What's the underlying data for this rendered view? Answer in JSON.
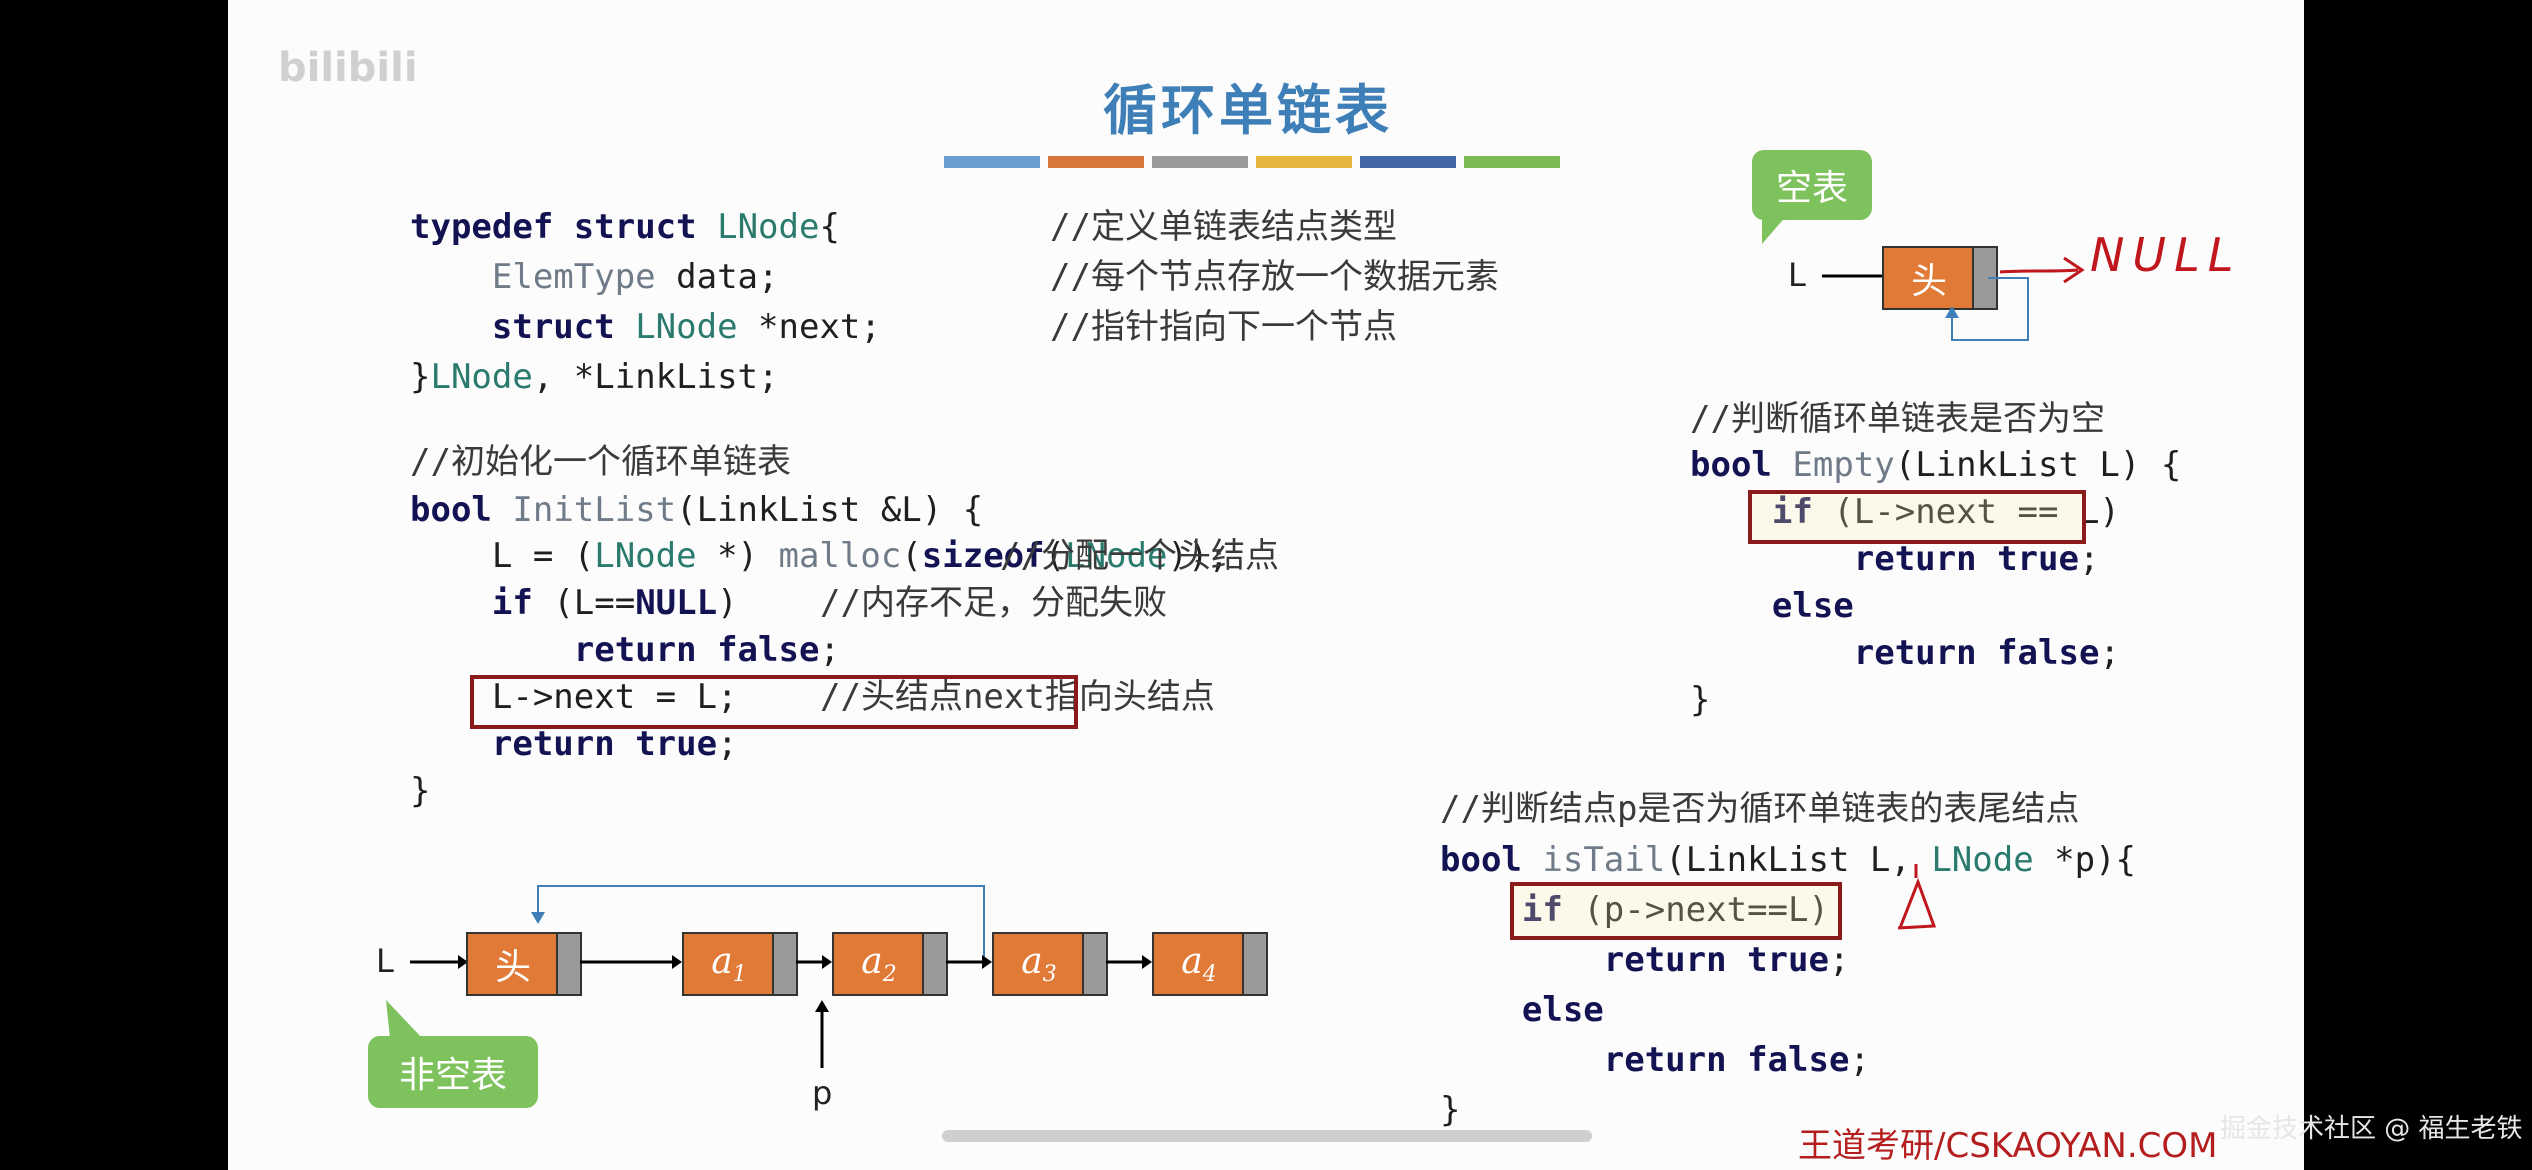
{
  "slide": {
    "title": "循环单链表",
    "color_bars": [
      "#6a9ecf",
      "#d9763a",
      "#9a9a9a",
      "#e6b63c",
      "#4066a8",
      "#7cba54"
    ],
    "watermark": "bilibili",
    "brand": "王道考研/CSKAOYAN.COM"
  },
  "code_struct": [
    {
      "code": "typedef struct LNode{",
      "comment": "//定义单链表结点类型"
    },
    {
      "code": "    ElemType data;",
      "comment": "//每个节点存放一个数据元素"
    },
    {
      "code": "    struct LNode *next;",
      "comment": "//指针指向下一个节点"
    },
    {
      "code": "}LNode, *LinkList;",
      "comment": ""
    }
  ],
  "code_init": {
    "comment": "//初始化一个循环单链表",
    "signature": "bool InitList(LinkList &L) {",
    "lines": [
      {
        "code": "    L = (LNode *) malloc(sizeof(LNode));",
        "comment": "//分配一个头结点"
      },
      {
        "code": "    if (L==NULL)",
        "comment": "//内存不足，分配失败"
      },
      {
        "code": "        return false;",
        "comment": ""
      },
      {
        "code": "    L->next = L;",
        "comment": "//头结点next指向头结点"
      },
      {
        "code": "    return true;",
        "comment": ""
      },
      {
        "code": "}",
        "comment": ""
      }
    ]
  },
  "code_empty": {
    "comment": "//判断循环单链表是否为空",
    "lines": [
      "bool Empty(LinkList L) {",
      "    if (L->next == L)",
      "        return true;",
      "    else",
      "        return false;",
      "}"
    ]
  },
  "code_tail": {
    "comment": "//判断结点p是否为循环单链表的表尾结点",
    "lines": [
      "bool isTail(LinkList L, LNode *p){",
      "    if (p->next==L)",
      "        return true;",
      "    else",
      "        return false;",
      "}"
    ]
  },
  "diagram_empty": {
    "callout": "空表",
    "pointer_label": "L",
    "head_label": "头",
    "handwritten_null": "NULL"
  },
  "diagram_list": {
    "callout": "非空表",
    "pointer_label": "L",
    "p_label": "p",
    "nodes": [
      "头",
      "a",
      "a",
      "a",
      "a"
    ],
    "subscripts": [
      "",
      "1",
      "2",
      "3",
      "4"
    ]
  },
  "footer": {
    "text": "掘金技术社区 @ 福生老铁"
  }
}
